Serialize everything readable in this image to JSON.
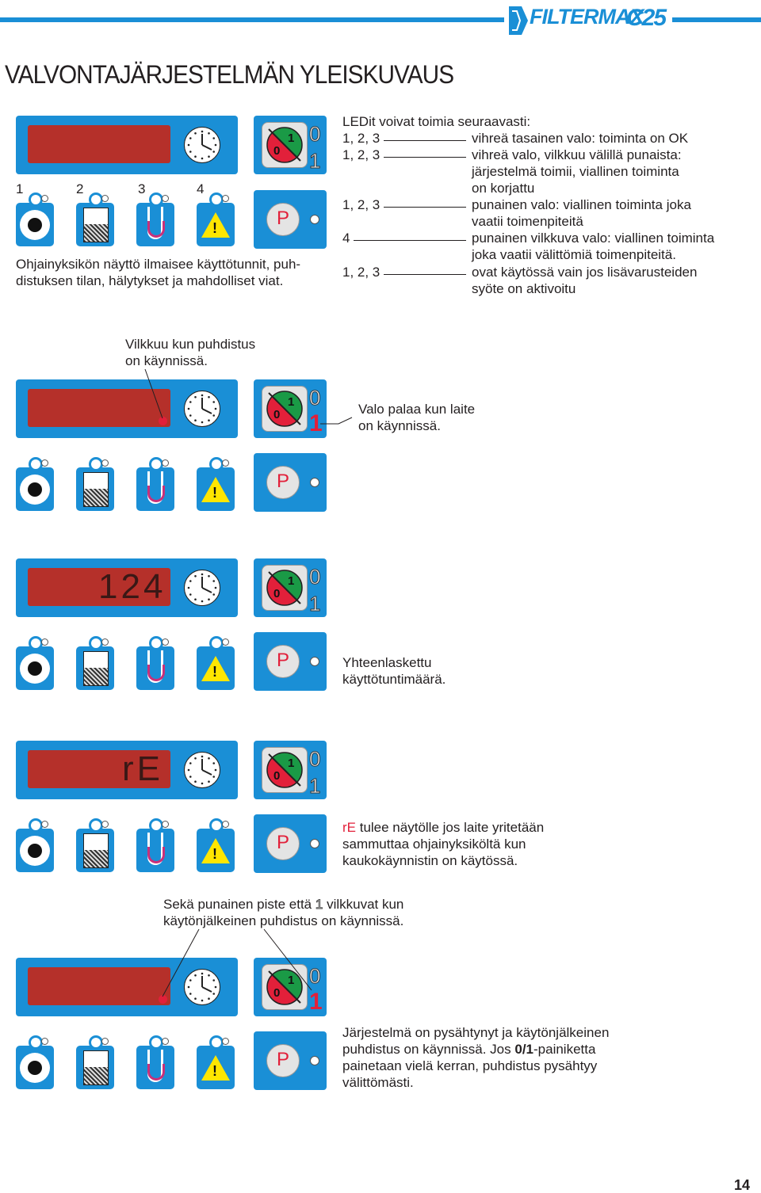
{
  "header": {
    "brand": "FILTERMAX",
    "model": "C25"
  },
  "title": "VALVONTAJÄRJESTELMÄN YLEISKUVAUS",
  "intro_labels": {
    "n1": "1",
    "n2": "2",
    "n3": "3",
    "n4": "4"
  },
  "intro_caption": [
    "Ohjainyksikön näyttö ilmaisee käyttötunnit, puh-",
    "distuksen tilan, hälytykset ja mahdolliset viat."
  ],
  "led_heading": "LEDit voivat toimia seuraavasti:",
  "led_rows": [
    {
      "key": "1, 2, 3",
      "lines": [
        "vihreä tasainen valo: toiminta on OK"
      ]
    },
    {
      "key": "1, 2, 3",
      "lines": [
        "vihreä valo, vilkkuu välillä punaista:",
        "järjestelmä toimii, viallinen toiminta",
        "on korjattu"
      ]
    },
    {
      "key": "1, 2, 3",
      "lines": [
        "punainen valo: viallinen toiminta joka",
        "vaatii toimenpiteitä"
      ]
    },
    {
      "key": "4",
      "lines": [
        "punainen vilkkuva valo: viallinen toiminta",
        "joka vaatii välittömiä toimenpiteitä."
      ]
    },
    {
      "key": "1, 2, 3",
      "lines": [
        "ovat käytössä vain jos lisävarusteiden",
        "syöte on aktivoitu"
      ]
    }
  ],
  "switch": {
    "zero": "0",
    "one": "1",
    "p": "P"
  },
  "section2": {
    "callout": [
      "Vilkkuu kun puhdistus",
      "on käynnissä."
    ],
    "right": [
      "Valo palaa kun laite",
      "on käynnissä."
    ]
  },
  "section3": {
    "display": "124",
    "caption": [
      "Yhteenlaskettu",
      "käyttötuntimäärä."
    ]
  },
  "section4": {
    "display": "rE",
    "caption_code": "rE",
    "caption": [
      " tulee näytölle jos laite yritetään",
      "sammuttaa ohjainyksiköltä kun",
      "kaukokäynnistin on käytössä."
    ]
  },
  "section5": {
    "callout_pre": "Sekä punainen piste että ",
    "callout_one": "1",
    "callout_post": " vilkkuvat kun",
    "callout_line2": "käytönjälkeinen puhdistus on käynnissä.",
    "caption_line1": "Järjestelmä on pysähtynyt ja käytönjälkeinen",
    "caption_line2_pre": "puhdistus on käynnissä. Jos ",
    "caption_line2_bold": "0/1",
    "caption_line2_post": "-painiketta",
    "caption_line3": "painetaan vielä kerran, puhdistus pysähtyy",
    "caption_line4": "välittömästi."
  },
  "page_number": "14",
  "colors": {
    "blue": "#1a8fd6",
    "display_red": "#b5302a",
    "accent_red": "#e2203a",
    "green": "#1a9a46"
  },
  "icons": [
    "fan-icon",
    "dust-container-icon",
    "pressure-gauge-icon",
    "warning-icon",
    "clock-icon",
    "power-switch-icon",
    "p-button-icon"
  ]
}
